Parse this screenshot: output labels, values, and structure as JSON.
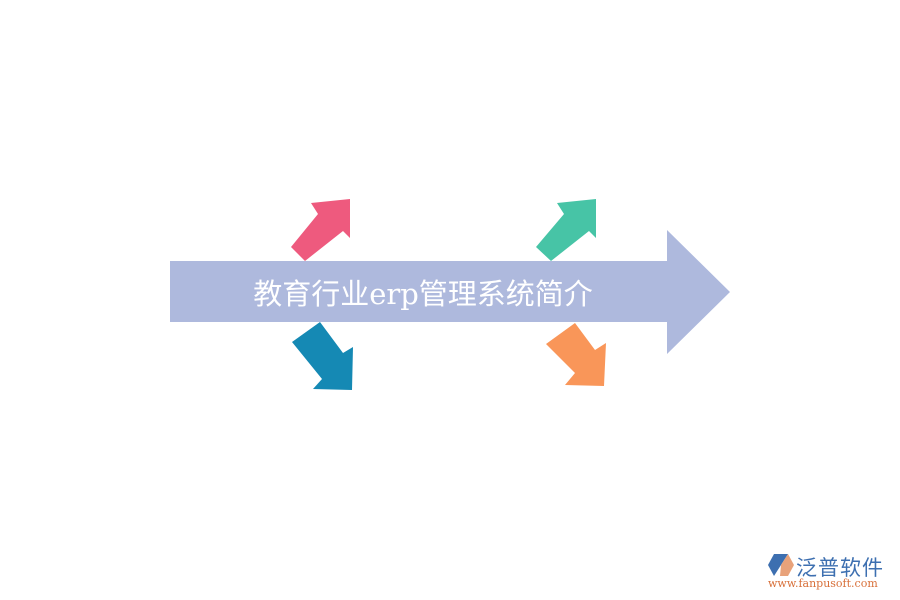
{
  "diagram": {
    "title": "教育行业erp管理系统简介",
    "main_arrow": {
      "color": "#aeb9dd",
      "direction": "right"
    },
    "arrows": [
      {
        "id": "top-left",
        "color": "#ee5a7e",
        "direction": "up-right"
      },
      {
        "id": "bottom-left",
        "color": "#1589b4",
        "direction": "down-right"
      },
      {
        "id": "top-right",
        "color": "#47c4a6",
        "direction": "up-right"
      },
      {
        "id": "bottom-right",
        "color": "#f99659",
        "direction": "down-right"
      }
    ]
  },
  "logo": {
    "name": "泛普软件",
    "url": "www.fanpusoft.com",
    "colors": {
      "blue": "#3d6fb0",
      "orange": "#d8703a"
    }
  }
}
